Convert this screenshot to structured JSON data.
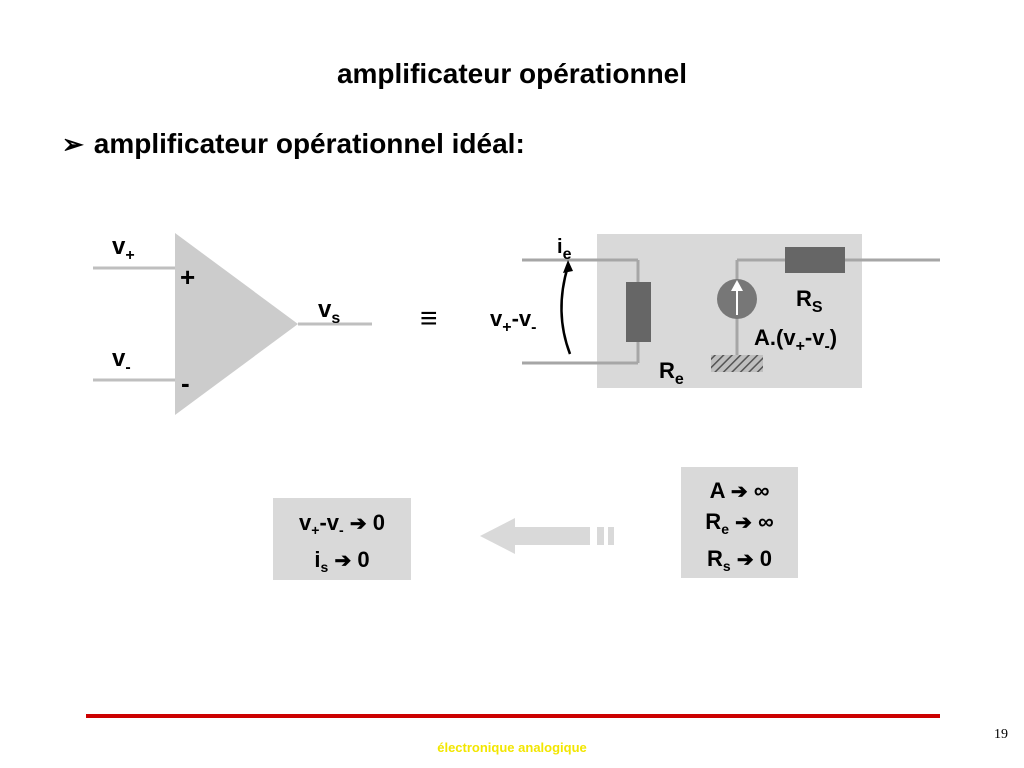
{
  "slide": {
    "title": "amplificateur opérationnel",
    "subtitle": "amplificateur opérationnel idéal:",
    "bullet": "➢",
    "page_number": "19",
    "footer": "électronique analogique"
  },
  "opamp": {
    "vplus": {
      "main": "v",
      "sub": "+"
    },
    "vminus": {
      "main": "v",
      "sub": "-"
    },
    "plus_sign": "+",
    "minus_sign": "-",
    "vs": {
      "main": "v",
      "sub": "s"
    }
  },
  "equiv_symbol": "≡",
  "model": {
    "ie": {
      "main": "i",
      "sub": "e"
    },
    "diff": {
      "a": "v",
      "a_sub": "+",
      "b": "-v",
      "b_sub": "-"
    },
    "re": {
      "main": "R",
      "sub": "e"
    },
    "rs": {
      "main": "R",
      "sub": "S"
    },
    "source": {
      "p1": "A.(v",
      "s1": "+",
      "p2": "-v",
      "s2": "-",
      "p3": ")"
    }
  },
  "conditions": {
    "arrow": "➔",
    "a": {
      "left": "A",
      "right": "∞"
    },
    "re": {
      "left": "R",
      "sub": "e",
      "right": "∞"
    },
    "rs": {
      "left": "R",
      "sub": "s",
      "right": "0"
    }
  },
  "results": {
    "r1": {
      "a": "v",
      "a_sub": "+",
      "b": "-v",
      "b_sub": "-",
      "right": "0"
    },
    "r2": {
      "left": "i",
      "sub": "s",
      "right": "0"
    }
  },
  "colors": {
    "accent_line": "#cc0000",
    "footer_text": "#f2e600",
    "box_bg": "#d9d9d9",
    "resistor": "#666666",
    "wire": "#a6a6a6",
    "opamp_fill": "#cccccc"
  }
}
